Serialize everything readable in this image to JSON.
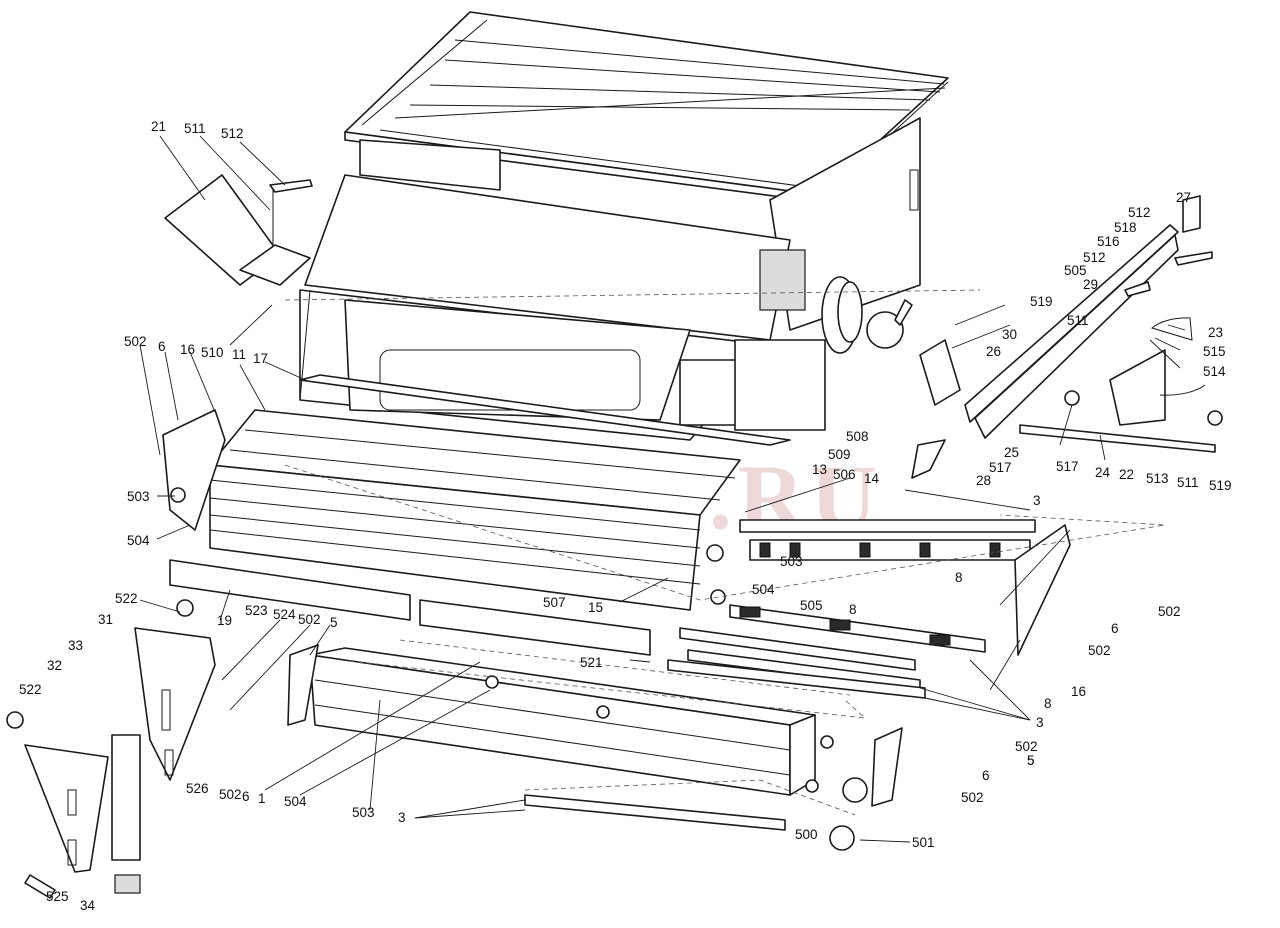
{
  "watermark": "SEBTOP.RU",
  "part_labels": [
    "21",
    "511",
    "512",
    "510",
    "502",
    "6",
    "16",
    "11",
    "17",
    "503",
    "504",
    "522",
    "31",
    "523",
    "524",
    "502",
    "5",
    "19",
    "32",
    "33",
    "526",
    "502",
    "6",
    "1",
    "504",
    "503",
    "3",
    "522",
    "525",
    "34",
    "500",
    "501",
    "5",
    "6",
    "502",
    "502",
    "5",
    "3",
    "8",
    "16",
    "502",
    "6",
    "502",
    "503",
    "504",
    "505",
    "8",
    "507",
    "15",
    "521",
    "508",
    "509",
    "13",
    "506",
    "14",
    "3",
    "8",
    "27",
    "512",
    "516",
    "518",
    "512",
    "505",
    "29",
    "511",
    "519",
    "30",
    "26",
    "23",
    "515",
    "514",
    "517",
    "28",
    "25",
    "517",
    "24",
    "22",
    "513",
    "511",
    "519"
  ]
}
